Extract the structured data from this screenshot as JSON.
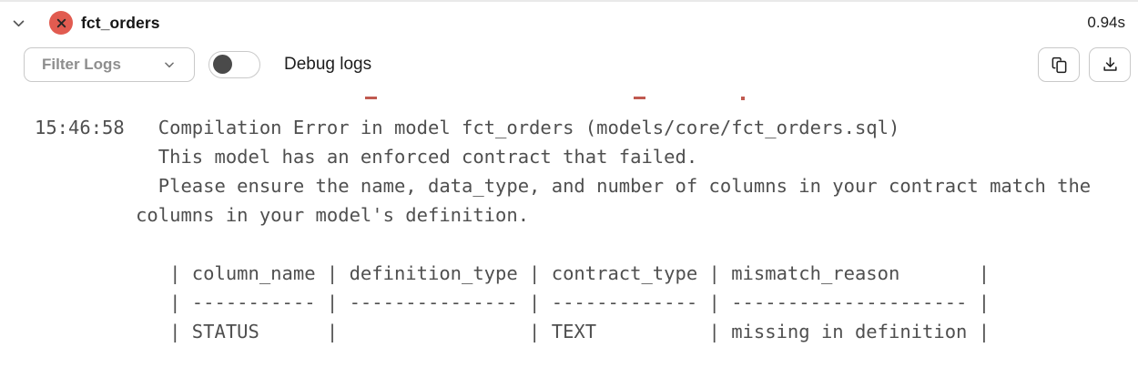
{
  "header": {
    "collapse_icon": "chevron-down-icon",
    "status": "error",
    "status_icon": "error-x-circle-icon",
    "model_name": "fct_orders",
    "duration": "0.94s"
  },
  "toolbar": {
    "filter_label": "Filter Logs",
    "filter_chevron_icon": "chevron-down-icon",
    "debug_label": "Debug logs",
    "debug_enabled": false,
    "copy_icon": "copy-icon",
    "download_icon": "download-icon"
  },
  "colors": {
    "error_red": "#e15b50",
    "clipped_line_red": "#c05a50",
    "button_border": "#c9c9c9",
    "text_dark": "#1d1d1d",
    "muted_text": "#8e8e8e",
    "log_text": "#4f4f4f"
  },
  "log": {
    "lines": [
      "15:46:58   Compilation Error in model fct_orders (models/core/fct_orders.sql)",
      "           This model has an enforced contract that failed.",
      "           Please ensure the name, data_type, and number of columns in your contract match the",
      "         columns in your model's definition.",
      "",
      "            | column_name | definition_type | contract_type | mismatch_reason       |",
      "            | ----------- | --------------- | ------------- | --------------------- |",
      "            | STATUS      |                 | TEXT          | missing in definition |"
    ]
  }
}
